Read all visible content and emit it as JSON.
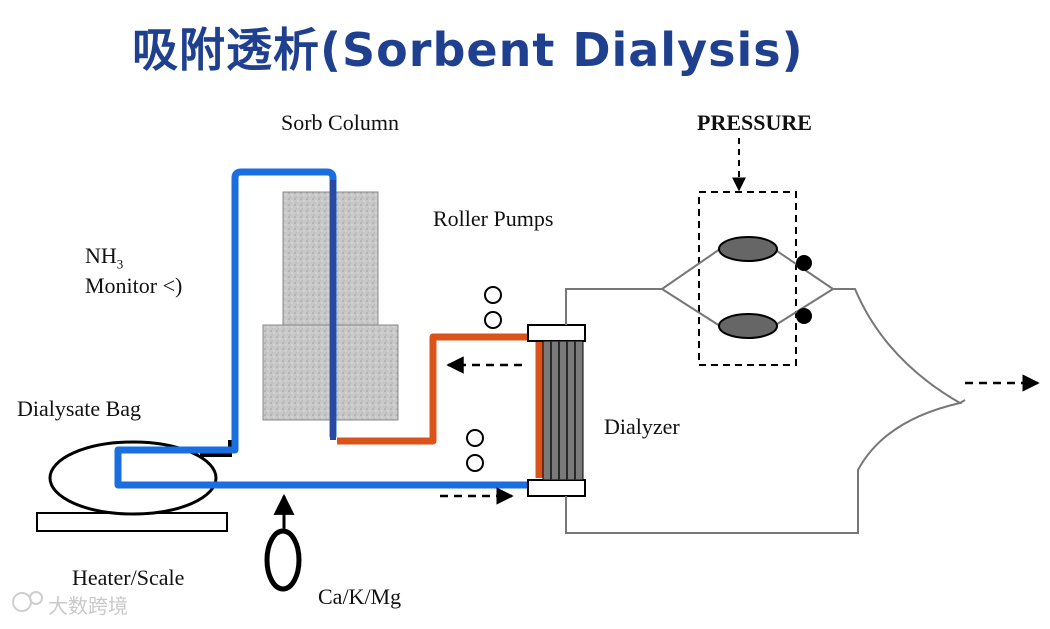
{
  "title": "吸附透析(Sorbent Dialysis)",
  "labels": {
    "sorb_column": "Sorb Column",
    "roller_pumps": "Roller Pumps",
    "pressure": "PRESSURE",
    "nh3_monitor_line1": "NH",
    "nh3_monitor_sub": "3",
    "nh3_monitor_line2": "Monitor <)",
    "dialysate_bag": "Dialysate Bag",
    "heater_scale": "Heater/Scale",
    "ca_k_mg": "Ca/K/Mg",
    "dialyzer": "Dialyzer"
  },
  "watermark": "大数跨境",
  "colors": {
    "title": "#1f3f8f",
    "blue_line": "#1a6ee0",
    "dark_blue_line": "#2a4aa0",
    "orange_line": "#d9531a",
    "sorbent_fill": "#c9c9c9"
  }
}
